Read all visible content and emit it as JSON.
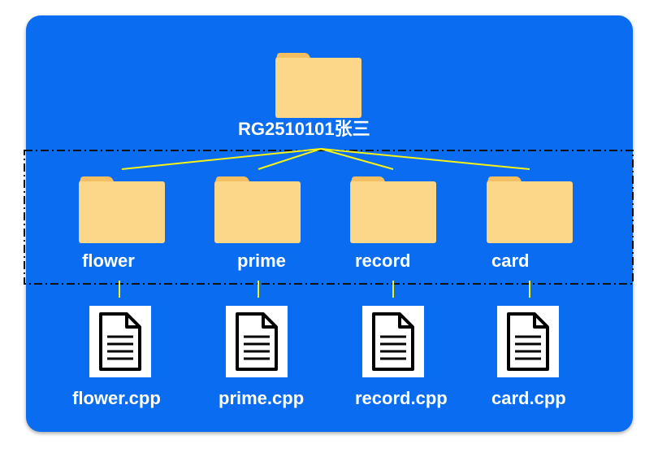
{
  "colors": {
    "panel": "#0a6cf0",
    "folder_body": "#fcd789",
    "folder_tab": "#f4bf62",
    "connector": "#f5f21a",
    "dash_box": "#111111"
  },
  "root": {
    "label": "RG2510101张三",
    "icon": "folder-icon"
  },
  "folders": [
    {
      "label": "flower",
      "icon": "folder-icon"
    },
    {
      "label": "prime",
      "icon": "folder-icon"
    },
    {
      "label": "record",
      "icon": "folder-icon"
    },
    {
      "label": "card",
      "icon": "folder-icon"
    }
  ],
  "files": [
    {
      "label": "flower.cpp",
      "icon": "document-icon"
    },
    {
      "label": "prime.cpp",
      "icon": "document-icon"
    },
    {
      "label": "record.cpp",
      "icon": "document-icon"
    },
    {
      "label": "card.cpp",
      "icon": "document-icon"
    }
  ]
}
